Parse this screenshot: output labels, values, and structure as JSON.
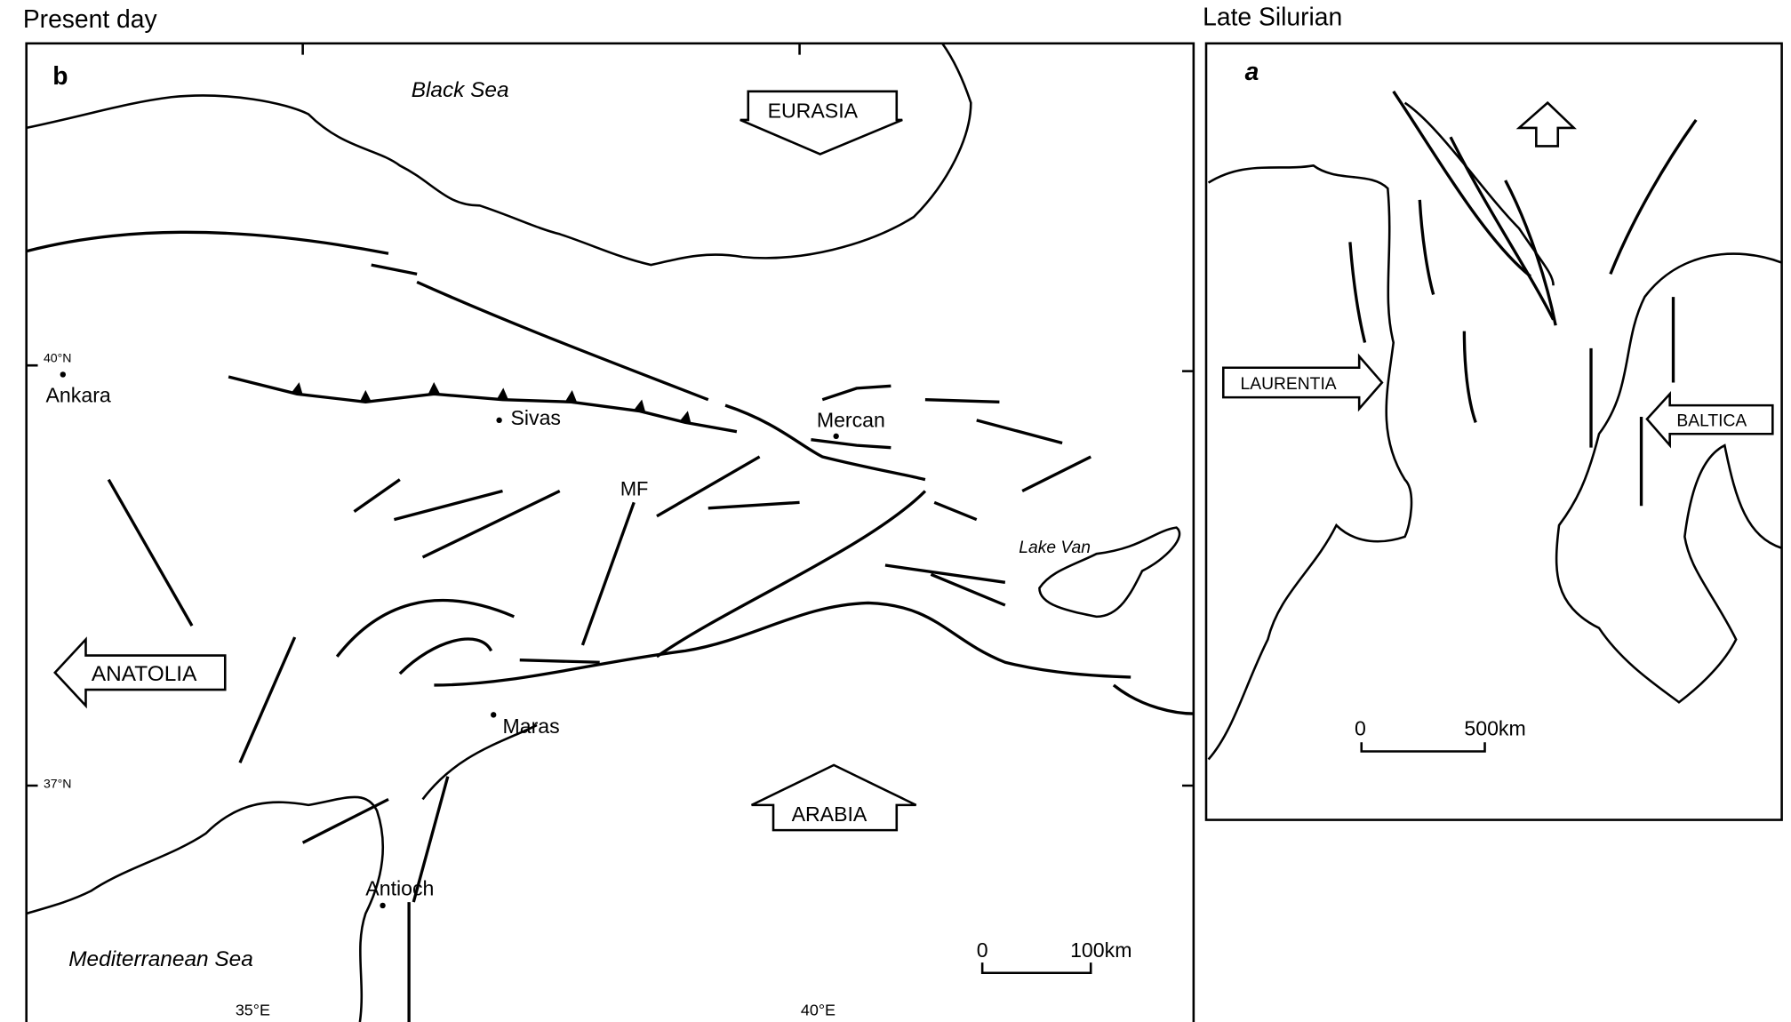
{
  "panel_b": {
    "heading": "Present day",
    "letter": "b",
    "seas": {
      "black_sea": "Black Sea",
      "mediterranean": "Mediterranean Sea",
      "lake_van": "Lake Van"
    },
    "plates": {
      "eurasia": "EURASIA",
      "anatolia": "ANATOLIA",
      "arabia": "ARABIA"
    },
    "places": {
      "ankara": "Ankara",
      "sivas": "Sivas",
      "mercan": "Mercan",
      "maras": "Maras",
      "antioch": "Antioch",
      "mf": "MF"
    },
    "latitudes": {
      "lat40": "40°N",
      "lat37": "37°N"
    },
    "longitudes": {
      "lon35": "35°E",
      "lon40": "40°E"
    },
    "scale": {
      "zero": "0",
      "end": "100km"
    }
  },
  "panel_a": {
    "heading": "Late Silurian",
    "letter": "a",
    "plates": {
      "laurentia": "LAURENTIA",
      "baltica": "BALTICA"
    },
    "scale": {
      "zero": "0",
      "end": "500km"
    }
  }
}
